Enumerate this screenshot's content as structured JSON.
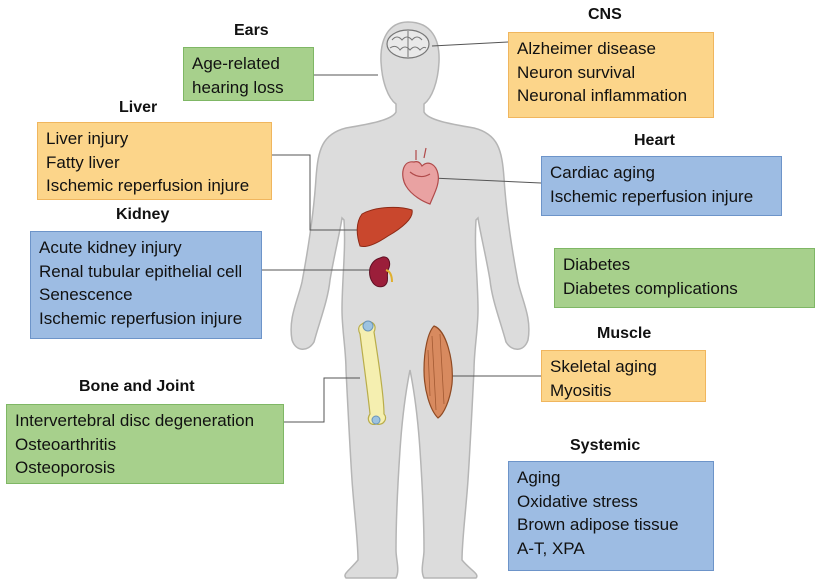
{
  "colors": {
    "orange": "#fcd58a",
    "green": "#a7d08c",
    "blue": "#9dbce3",
    "body": "#dcdcdc"
  },
  "organs": [
    {
      "icon": "brain-icon"
    },
    {
      "icon": "heart-icon"
    },
    {
      "icon": "liver-icon"
    },
    {
      "icon": "kidney-icon"
    },
    {
      "icon": "femur-bone-icon"
    },
    {
      "icon": "muscle-icon"
    }
  ],
  "groups": {
    "ears": {
      "title": "Ears",
      "color": "green",
      "items": [
        "Age-related",
        "hearing loss"
      ]
    },
    "cns": {
      "title": "CNS",
      "color": "orange",
      "items": [
        "Alzheimer disease",
        "Neuron survival",
        "Neuronal inflammation"
      ]
    },
    "liver": {
      "title": "Liver",
      "color": "orange",
      "items": [
        "Liver injury",
        "Fatty liver",
        "Ischemic reperfusion injure"
      ]
    },
    "heart": {
      "title": "Heart",
      "color": "blue",
      "items": [
        "Cardiac aging",
        "Ischemic reperfusion injure"
      ]
    },
    "kidney": {
      "title": "Kidney",
      "color": "blue",
      "items": [
        "Acute kidney injury",
        "Renal tubular epithelial cell",
        "Senescence",
        "Ischemic reperfusion injure"
      ]
    },
    "diabetes": {
      "title": "",
      "color": "green",
      "items": [
        "Diabetes",
        "Diabetes complications"
      ]
    },
    "muscle": {
      "title": "Muscle",
      "color": "orange",
      "items": [
        "Skeletal aging",
        "Myositis"
      ]
    },
    "bone": {
      "title": "Bone and Joint",
      "color": "green",
      "items": [
        "Intervertebral disc degeneration",
        "Osteoarthritis",
        "Osteoporosis"
      ]
    },
    "systemic": {
      "title": "Systemic",
      "color": "blue",
      "items": [
        "Aging",
        "Oxidative stress",
        "Brown adipose tissue",
        "A-T,  XPA"
      ]
    }
  }
}
